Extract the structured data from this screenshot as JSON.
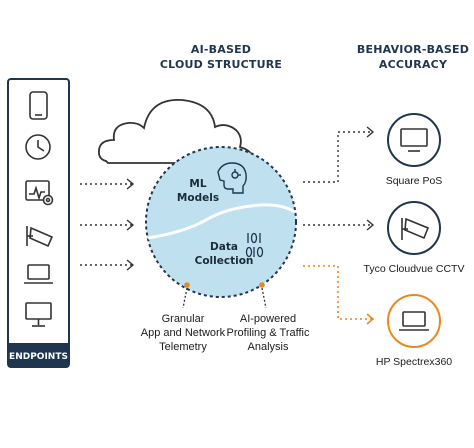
{
  "headers": {
    "cloud_line1": "AI-BASED",
    "cloud_line2": "CLOUD STRUCTURE",
    "behavior_line1": "BEHAVIOR-BASED",
    "behavior_line2": "ACCURACY"
  },
  "endpoints": {
    "label": "ENDPOINTS",
    "icons": [
      "mobile-phone-icon",
      "clock-icon",
      "monitoring-screen-icon",
      "security-camera-icon",
      "laptop-icon",
      "desktop-monitor-icon"
    ]
  },
  "circle": {
    "top_line1": "ML",
    "top_line2": "Models",
    "bottom_line1": "Data",
    "bottom_line2": "Collection"
  },
  "notes": {
    "left_line1": "Granular",
    "left_line2": "App and Network",
    "left_line3": "Telemetry",
    "right_line1": "AI-powered",
    "right_line2": "Profiling & Traffic",
    "right_line3": "Analysis"
  },
  "outputs": [
    {
      "label": "Square PoS",
      "icon": "tv-monitor-icon",
      "color": "#1f3550"
    },
    {
      "label": "Tyco Cloudvue CCTV",
      "icon": "cctv-camera-icon",
      "color": "#1f3550"
    },
    {
      "label": "HP Spectrex360",
      "icon": "laptop-icon",
      "color": "#e8891d"
    }
  ],
  "colors": {
    "navy": "#1f3550",
    "orange": "#e8891d",
    "circle_fill": "#bfe0ee"
  }
}
